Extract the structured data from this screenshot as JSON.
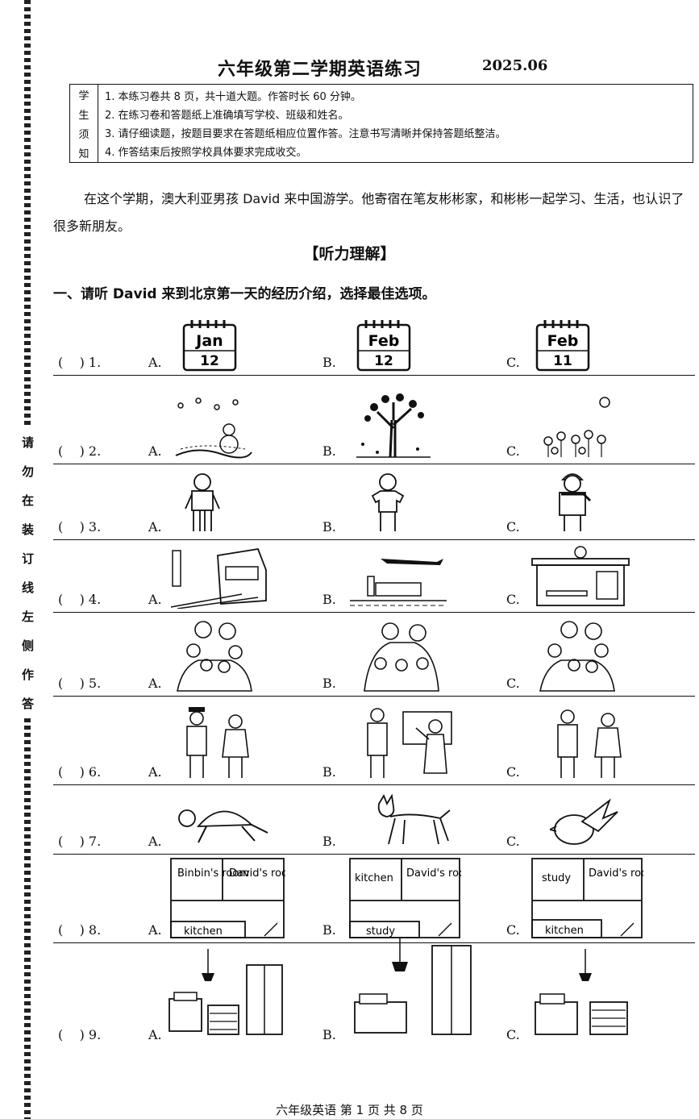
{
  "header": {
    "title": "六年级第二学期英语练习",
    "date": "2025.06"
  },
  "notice": {
    "label": [
      "学",
      "生",
      "须",
      "知"
    ],
    "items": [
      "1. 本练习卷共 8 页，共十道大题。作答时长 60 分钟。",
      "2. 在练习卷和答题纸上准确填写学校、班级和姓名。",
      "3. 请仔细读题，按题目要求在答题纸相应位置作答。注意书写清晰并保持答题纸整洁。",
      "4. 作答结束后按照学校具体要求完成收交。"
    ]
  },
  "binding_text": [
    "请",
    "勿",
    "在",
    "装",
    "订",
    "线",
    "左",
    "侧",
    "作",
    "答"
  ],
  "intro": "在这个学期，澳大利亚男孩 David 来中国游学。他寄宿在笔友彬彬家，和彬彬一起学习、生活，也认识了很多新朋友。",
  "section_title": "【听力理解】",
  "part1_title": "一、请听 David 来到北京第一天的经历介绍，选择最佳选项。",
  "option_labels": [
    "A.",
    "B.",
    "C."
  ],
  "questions": [
    {
      "num": "(    ) 1.",
      "calendars": [
        {
          "month": "Jan",
          "day": "12"
        },
        {
          "month": "Feb",
          "day": "12"
        },
        {
          "month": "Feb",
          "day": "11"
        }
      ]
    },
    {
      "num": "(    ) 2.",
      "icons": [
        "winter-snowman-icon",
        "autumn-tree-icon",
        "spring-flowers-icon"
      ]
    },
    {
      "num": "(    ) 3.",
      "icons": [
        "boy-shirt-icon",
        "boy-tshirt-icon",
        "boy-winter-coat-icon"
      ]
    },
    {
      "num": "(    ) 4.",
      "icons": [
        "train-station-icon",
        "airport-icon",
        "bus-stop-icon"
      ]
    },
    {
      "num": "(    ) 5.",
      "icons": [
        "family-six-icon",
        "family-five-icon",
        "family-six-alt-icon"
      ]
    },
    {
      "num": "(    ) 6.",
      "icons": [
        "police-nurse-icon",
        "doctor-teacher-icon",
        "doctor-nurse-icon"
      ]
    },
    {
      "num": "(    ) 7.",
      "icons": [
        "turtle-icon",
        "dog-icon",
        "bird-icon"
      ]
    },
    {
      "num": "(    ) 8.",
      "plans": [
        {
          "tl": "Binbin's room",
          "tr": "David's room",
          "b": "kitchen"
        },
        {
          "tl": "kitchen",
          "tr": "David's room",
          "b": "study"
        },
        {
          "tl": "study",
          "tr": "David's room",
          "b": "kitchen"
        }
      ]
    },
    {
      "num": "(    ) 9.",
      "icons": [
        "bedroom-bed-desk-wardrobe-icon",
        "bedroom-bed-wardrobe-icon",
        "bedroom-bed-desk-icon"
      ]
    }
  ],
  "footer": "六年级英语  第 1 页  共 8 页"
}
